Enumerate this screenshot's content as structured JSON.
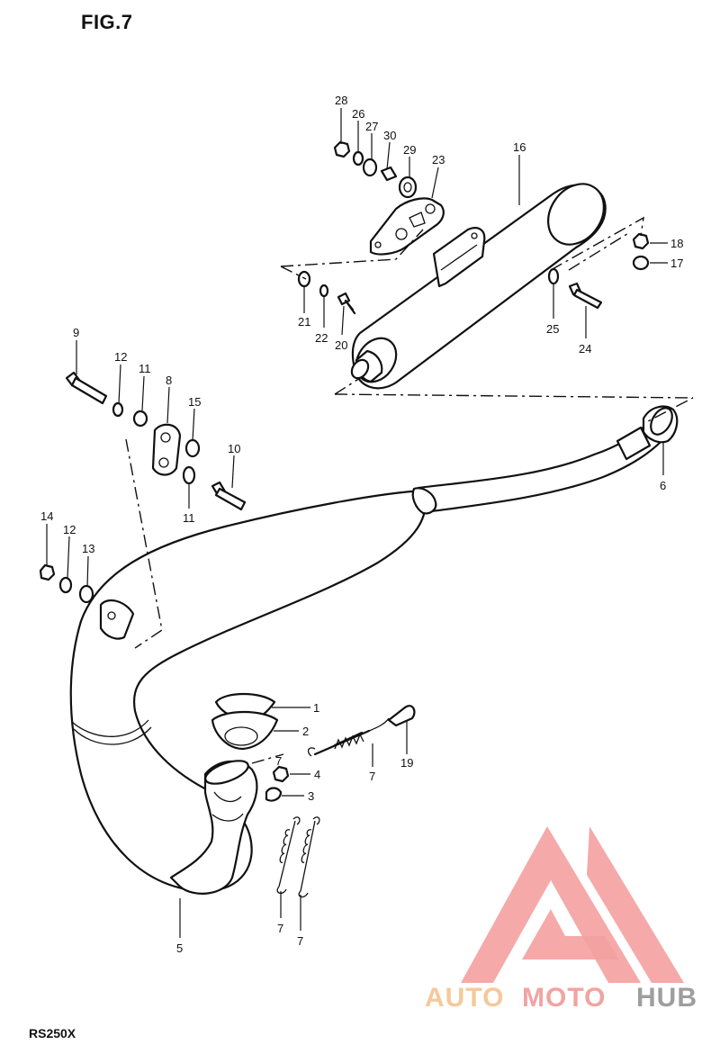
{
  "figure": {
    "title": "FIG.7",
    "model": "RS250X"
  },
  "watermark": {
    "word1": "AUTO",
    "word2": "MOTO",
    "word3": "HUB",
    "color_auto": "#f6c89a",
    "color_moto": "#f2a3a3",
    "color_hub": "#9e9e9e",
    "triangle_color": "#f4a0a0"
  },
  "callouts": [
    {
      "id": "c28",
      "label": "28"
    },
    {
      "id": "c26",
      "label": "26"
    },
    {
      "id": "c27",
      "label": "27"
    },
    {
      "id": "c30",
      "label": "30"
    },
    {
      "id": "c29",
      "label": "29"
    },
    {
      "id": "c23",
      "label": "23"
    },
    {
      "id": "c16",
      "label": "16"
    },
    {
      "id": "c18",
      "label": "18"
    },
    {
      "id": "c17",
      "label": "17"
    },
    {
      "id": "c21",
      "label": "21"
    },
    {
      "id": "c22",
      "label": "22"
    },
    {
      "id": "c20",
      "label": "20"
    },
    {
      "id": "c25",
      "label": "25"
    },
    {
      "id": "c24",
      "label": "24"
    },
    {
      "id": "c9",
      "label": "9"
    },
    {
      "id": "c12a",
      "label": "12"
    },
    {
      "id": "c11a",
      "label": "11"
    },
    {
      "id": "c8",
      "label": "8"
    },
    {
      "id": "c15",
      "label": "15"
    },
    {
      "id": "c10",
      "label": "10"
    },
    {
      "id": "c11b",
      "label": "11"
    },
    {
      "id": "c6",
      "label": "6"
    },
    {
      "id": "c14",
      "label": "14"
    },
    {
      "id": "c12b",
      "label": "12"
    },
    {
      "id": "c13",
      "label": "13"
    },
    {
      "id": "c1",
      "label": "1"
    },
    {
      "id": "c2",
      "label": "2"
    },
    {
      "id": "c7a",
      "label": "7"
    },
    {
      "id": "c4",
      "label": "4"
    },
    {
      "id": "c3",
      "label": "3"
    },
    {
      "id": "c7b",
      "label": "7"
    },
    {
      "id": "c19",
      "label": "19"
    },
    {
      "id": "c5",
      "label": "5"
    },
    {
      "id": "c7c",
      "label": "7"
    },
    {
      "id": "c7d",
      "label": "7"
    }
  ]
}
